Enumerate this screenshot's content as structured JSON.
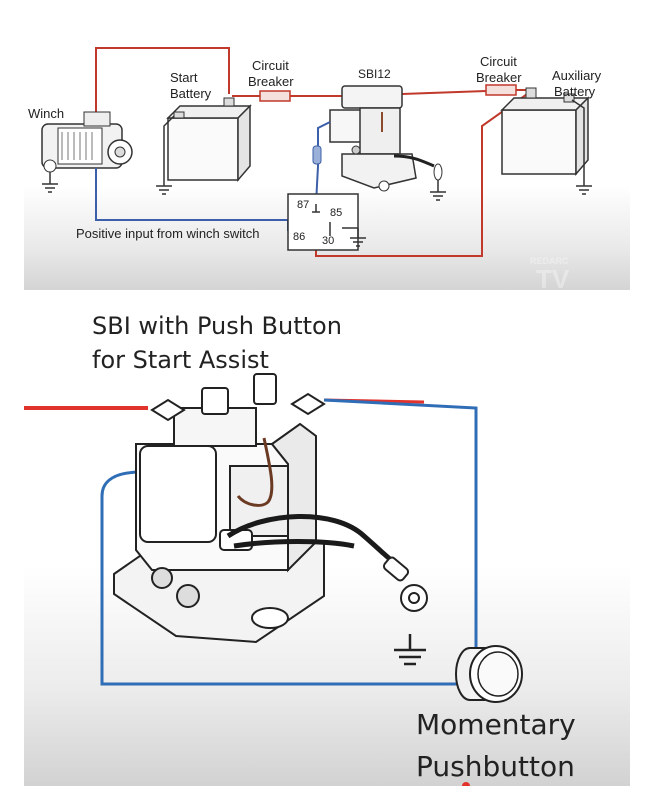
{
  "top_diagram": {
    "labels": {
      "winch": "Winch",
      "start_battery_line1": "Start",
      "start_battery_line2": "Battery",
      "circuit_breaker_left_line1": "Circuit",
      "circuit_breaker_left_line2": "Breaker",
      "sbi12": "SBI12",
      "circuit_breaker_right_line1": "Circuit",
      "circuit_breaker_right_line2": "Breaker",
      "aux_battery_line1": "Auxiliary",
      "aux_battery_line2": "Battery",
      "positive_input": "Positive input from winch switch"
    },
    "relay_pins": {
      "p87": "87",
      "p85": "85",
      "p86": "86",
      "p30": "30"
    },
    "watermark": {
      "line1": "REDARC",
      "line2": "TV"
    },
    "colors": {
      "positive_wire": "#c0392b",
      "signal_wire": "#3b5fa8",
      "ground": "#333333"
    }
  },
  "bottom_diagram": {
    "title_line1": "SBI with Push Button",
    "title_line2": "for Start Assist",
    "pushbutton_line1": "Momentary",
    "pushbutton_line2": "Pushbutton",
    "colors": {
      "red_wire": "#e2322c",
      "blue_wire": "#2f6db6",
      "black_wire": "#1a1a1a"
    }
  }
}
